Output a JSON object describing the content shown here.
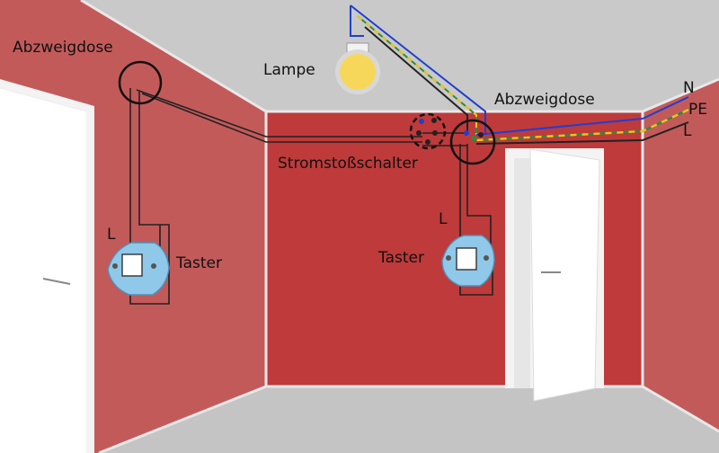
{
  "labels": {
    "junction_box_left": "Abzweigdose",
    "junction_box_right": "Abzweigdose",
    "lamp": "Lampe",
    "impulse_switch": "Stromstoßschalter",
    "pushbutton_left": "Taster",
    "pushbutton_right": "Taster",
    "phase_left": "L",
    "phase_right": "L",
    "supply_neutral": "N",
    "supply_earth": "PE",
    "supply_phase": "L"
  },
  "colors": {
    "wall_side": "#c35a5a",
    "wall_back": "#bf3a3a",
    "ceiling": "#c9c9c9",
    "floor": "#c4c4c4",
    "door": "#ffffff",
    "wire_neutral": "#1f3fd0",
    "wire_earth_green": "#2e8b3a",
    "wire_earth_yellow": "#f0c419",
    "wire_phase": "#222222",
    "lamp_glow": "#f7d75a",
    "switch_plate": "#8fc8e8"
  }
}
